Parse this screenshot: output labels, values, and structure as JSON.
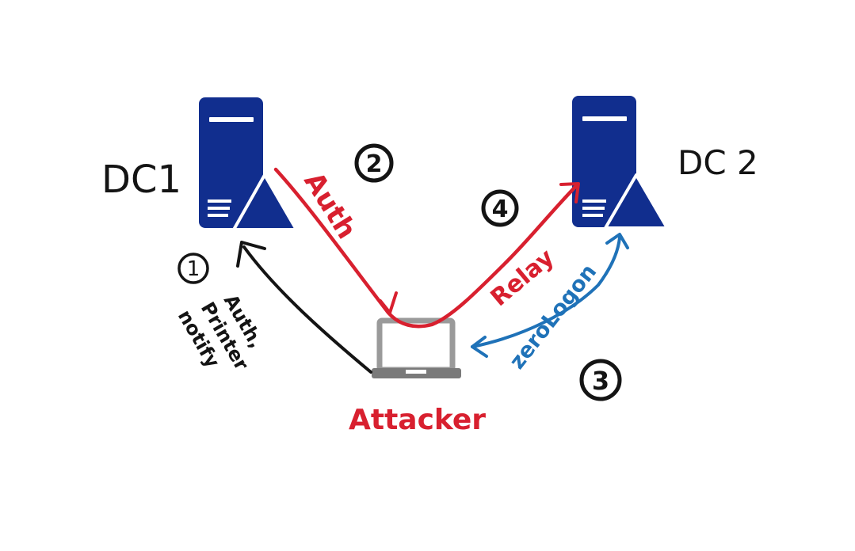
{
  "colors": {
    "server": "#112e8e",
    "server_stripe": "#ffffff",
    "red": "#d8202f",
    "black": "#141414",
    "blue": "#1f72b8",
    "laptop_body": "#9a9a9a",
    "laptop_base": "#7a7a7a"
  },
  "nodes": {
    "dc1": {
      "label": "DC1",
      "icon": "server-icon"
    },
    "dc2": {
      "label": "DC 2",
      "icon": "server-icon"
    },
    "attacker": {
      "label": "Attacker",
      "icon": "laptop-icon"
    }
  },
  "steps": [
    {
      "number": "1",
      "text": "Auth, Printer notify"
    },
    {
      "number": "2",
      "text": "Auth"
    },
    {
      "number": "3",
      "text": "zeroLogon"
    },
    {
      "number": "4",
      "text": "Relay"
    }
  ],
  "printer_lines": [
    "Auth,",
    "Printer",
    "notify"
  ]
}
